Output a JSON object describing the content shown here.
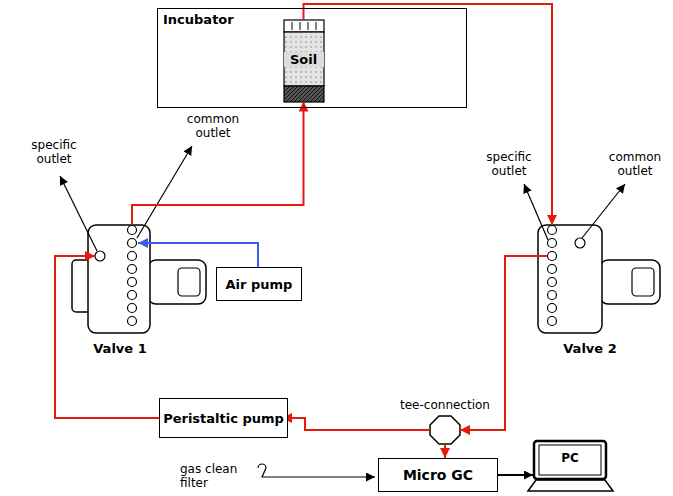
{
  "diagram": {
    "nodes": [
      {
        "text": [
          "Incubator"
        ]
      },
      {
        "text": [
          "Soil"
        ],
        "in": 0
      },
      {
        "text": [
          "Valve 1"
        ]
      },
      {
        "text": [
          "Air pump"
        ]
      },
      {
        "text": [
          "Valve 2"
        ]
      },
      {
        "text": [
          "Peristaltic pump"
        ]
      },
      {
        "text": [
          "tee-connection"
        ]
      },
      {
        "text": [
          "Micro GC"
        ]
      },
      {
        "text": [
          "PC"
        ]
      }
    ],
    "edges": [
      {
        "from": 2,
        "to": 1,
        "arrow": "to"
      },
      {
        "from": 1,
        "to": 4,
        "arrow": "to"
      },
      {
        "from": 3,
        "to": 2,
        "arrow": "to"
      },
      {
        "from": 4,
        "to": 6,
        "arrow": "to"
      },
      {
        "from": 6,
        "to": 5,
        "arrow": "to"
      },
      {
        "from": 6,
        "to": 7,
        "arrow": "to"
      },
      {
        "from": 5,
        "to": 2,
        "arrow": "to"
      },
      {
        "from": 7,
        "to": 8,
        "arrow": "to"
      }
    ],
    "labels": [
      "specific outlet",
      "common outlet",
      "specific outlet",
      "common outlet",
      "gas clean filter"
    ]
  }
}
